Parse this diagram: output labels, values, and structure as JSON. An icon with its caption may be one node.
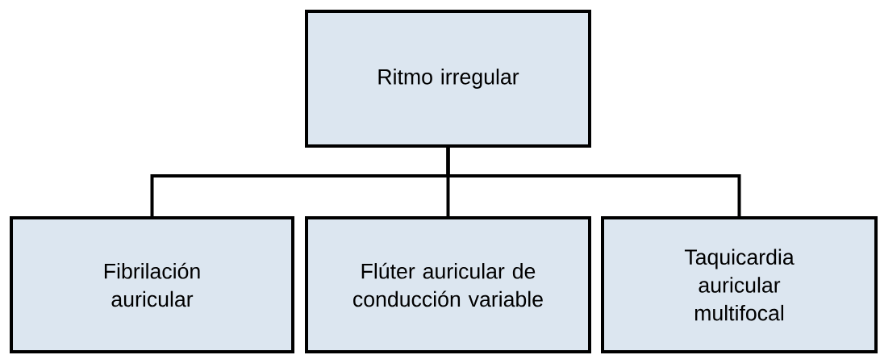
{
  "diagram": {
    "nodes": [
      {
        "text": [
          "Ritmo irregular"
        ]
      },
      {
        "text": [
          "Fibrilación auricular"
        ]
      },
      {
        "text": [
          "Flúter auricular de conducción variable"
        ]
      },
      {
        "text": [
          "Taquicardia auricular multifocal"
        ]
      }
    ],
    "edges": [
      {
        "from": 0,
        "to": 1,
        "arrow": "none"
      },
      {
        "from": 0,
        "to": 2,
        "arrow": "none"
      },
      {
        "from": 0,
        "to": 3,
        "arrow": "none"
      }
    ]
  }
}
